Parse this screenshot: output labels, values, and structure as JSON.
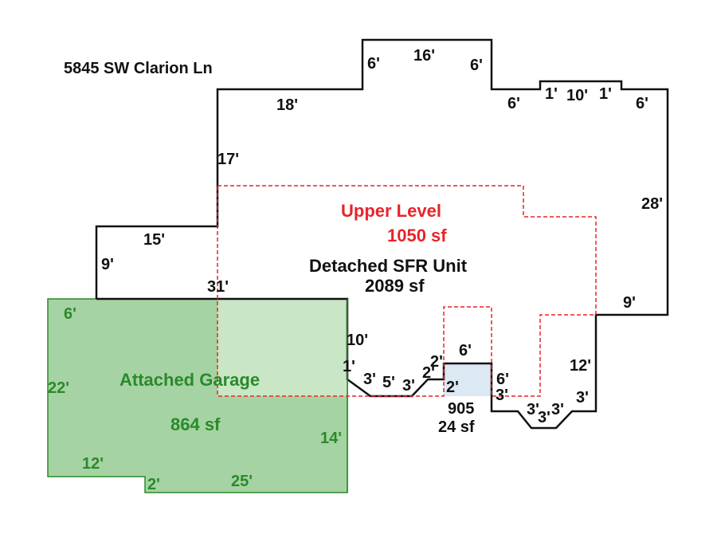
{
  "address": "5845 SW Clarion Ln",
  "areas": {
    "upper": {
      "label": "Upper Level",
      "size": "1050 sf",
      "color": "#e8242a"
    },
    "main": {
      "label": "Detached SFR Unit",
      "size": "2089 sf",
      "color": "#111111"
    },
    "garage": {
      "label": "Attached Garage",
      "size": "864 sf",
      "color": "#2a8a2a",
      "fill": "#a6d3a3"
    },
    "porch": {
      "label": "905",
      "size": "24 sf",
      "fill": "#dce8f4"
    }
  },
  "dims": {
    "d6a": "6'",
    "d16": "16'",
    "d6b": "6'",
    "d18": "18'",
    "d6c": "6'",
    "d1a": "1'",
    "d10a": "10'",
    "d1b": "1'",
    "d6d": "6'",
    "d17": "17'",
    "d28": "28'",
    "d15": "15'",
    "d9a": "9'",
    "d31": "31'",
    "d9b": "9'",
    "d10b": "10'",
    "d1c": "1'",
    "d3a": "3'",
    "d5": "5'",
    "d3b": "3'",
    "d2a": "2'",
    "d2b": "2'",
    "d6e": "6'",
    "d2c": "2'",
    "d6f": "6'",
    "d3c": "3'",
    "d12a": "12'",
    "d3d": "3'",
    "d3e": "3'",
    "d3f": "3'",
    "d3g": "3'"
  },
  "garage_dims": {
    "g6": "6'",
    "g22": "22'",
    "g14": "14'",
    "g12": "12'",
    "g2": "2'",
    "g25": "25'"
  }
}
